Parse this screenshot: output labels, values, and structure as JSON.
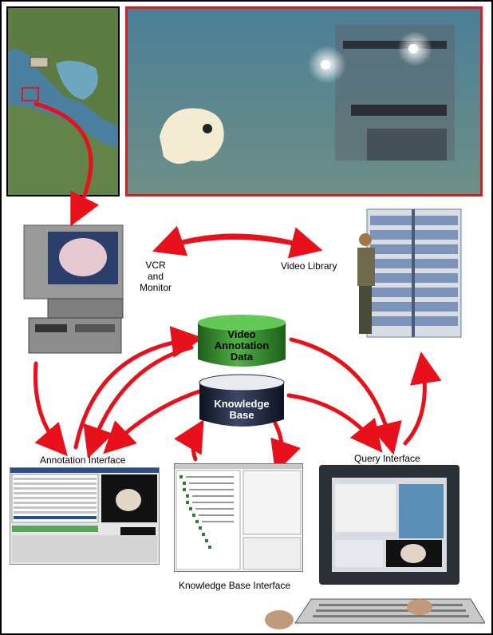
{
  "labels": {
    "vcr_line1": "VCR",
    "vcr_line2": "and",
    "vcr_line3": "Monitor",
    "video_library": "Video Library",
    "annotation_interface": "Annotation Interface",
    "query_interface": "Query Interface",
    "knowledge_base_interface": "Knowledge Base Interface"
  },
  "databases": {
    "video_annotation_line1": "Video",
    "video_annotation_line2": "Annotation",
    "video_annotation_line3": "Data",
    "knowledge_line1": "Knowledge",
    "knowledge_line2": "Base"
  },
  "colors": {
    "arrow": "#e8101a",
    "green_db": "#2f8f2a",
    "dark_db": "#1e2538",
    "map_frame": "#d42020",
    "ocean": "#3c6f88"
  },
  "icons": {
    "map": "map-icon",
    "rov": "rov-photo-icon",
    "vcr": "vcr-monitor-icon",
    "library": "video-library-icon",
    "computer": "computer-monitor-icon"
  }
}
